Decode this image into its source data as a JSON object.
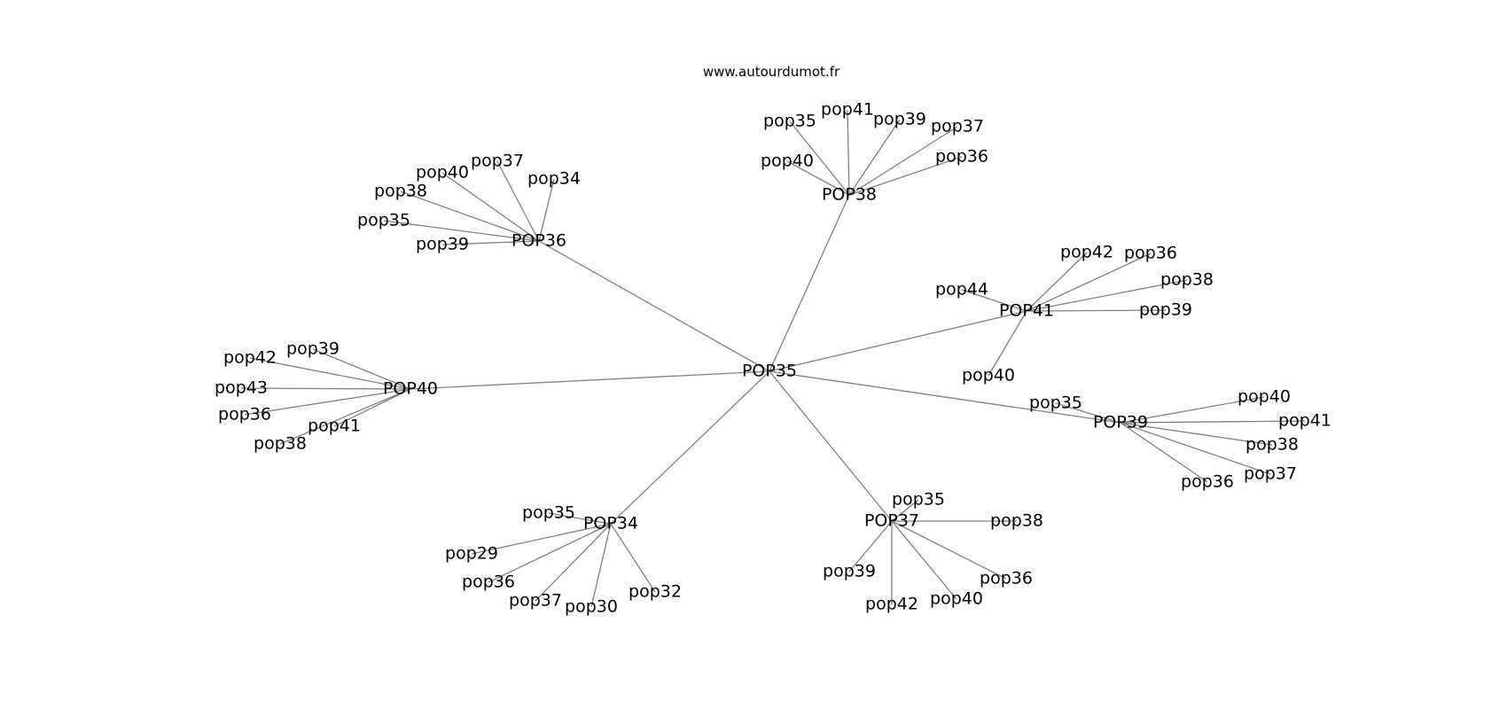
{
  "source_text": "www.autourdumot.fr",
  "graph": {
    "center": "POP35",
    "clusters": [
      {
        "label": "POP38",
        "leaves": [
          "pop35",
          "pop41",
          "pop39",
          "pop37",
          "pop40",
          "pop36"
        ]
      },
      {
        "label": "POP36",
        "leaves": [
          "pop37",
          "pop40",
          "pop34",
          "pop38",
          "pop35",
          "pop39"
        ]
      },
      {
        "label": "POP41",
        "leaves": [
          "pop42",
          "pop36",
          "pop38",
          "pop44",
          "pop39",
          "pop40"
        ]
      },
      {
        "label": "POP40",
        "leaves": [
          "pop39",
          "pop42",
          "pop43",
          "pop36",
          "pop41",
          "pop38"
        ]
      },
      {
        "label": "POP39",
        "leaves": [
          "pop40",
          "pop35",
          "pop41",
          "pop38",
          "pop37",
          "pop36"
        ]
      },
      {
        "label": "POP37",
        "leaves": [
          "pop35",
          "pop38",
          "pop39",
          "pop36",
          "pop42",
          "pop40"
        ]
      },
      {
        "label": "POP34",
        "leaves": [
          "pop35",
          "pop29",
          "pop36",
          "pop37",
          "pop30",
          "pop32"
        ]
      }
    ]
  }
}
